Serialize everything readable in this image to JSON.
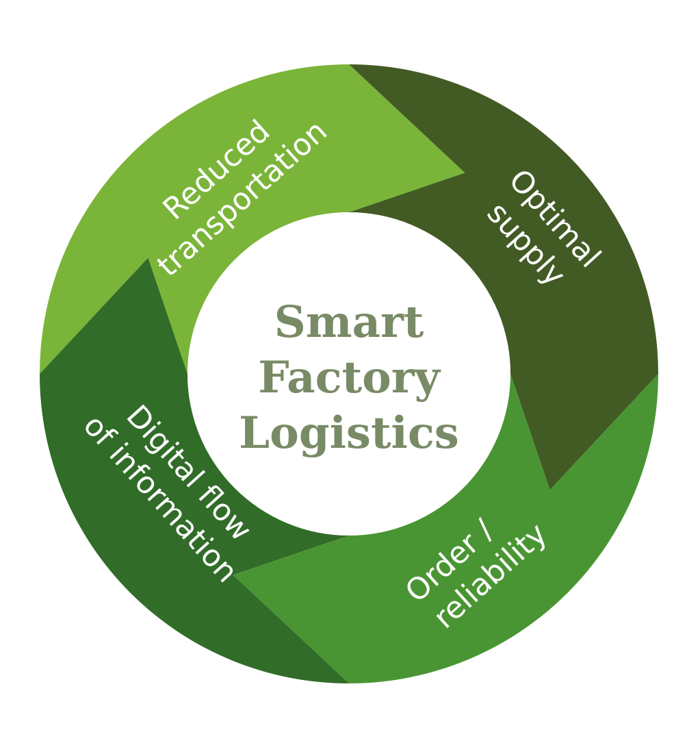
{
  "center": {
    "line1": "Smart",
    "line2": "Factory",
    "line3": "Logistics"
  },
  "segments": [
    {
      "line1": "Reduced",
      "line2": "transportation",
      "color": "#7ab539"
    },
    {
      "line1": "Optimal",
      "line2": "supply",
      "color": "#425b24"
    },
    {
      "line1": "Order /",
      "line2": "reliability",
      "color": "#4a9533"
    },
    {
      "line1": "Digital flow",
      "line2": "of information",
      "color": "#316c29"
    }
  ],
  "colors": {
    "center_text": "#798b66",
    "segment_text": "#ffffff",
    "center_fill": "#ffffff"
  }
}
